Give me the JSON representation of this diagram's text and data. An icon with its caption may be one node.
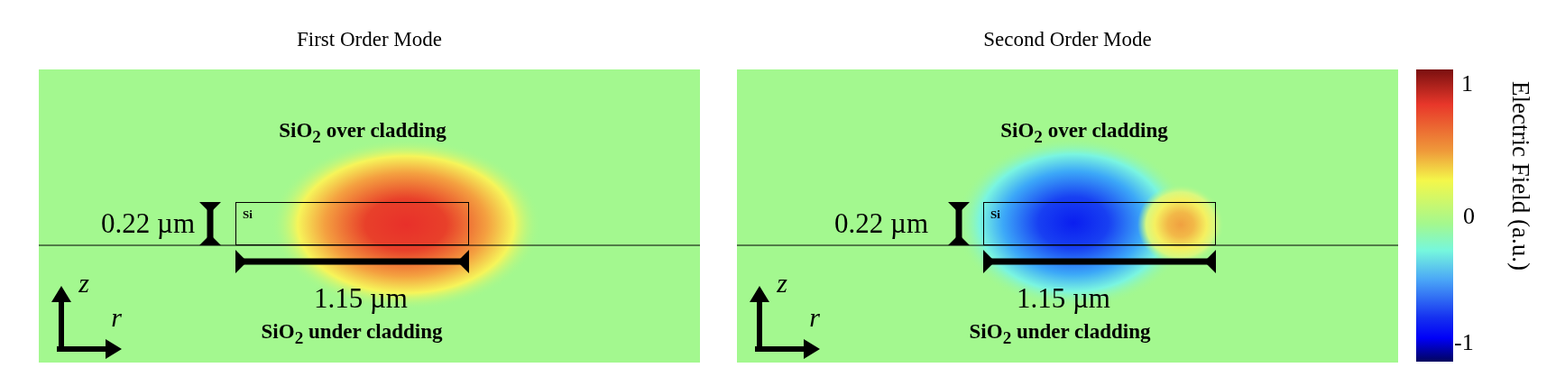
{
  "diagram": {
    "nodes": [
      {
        "text": [
          "First Order Mode"
        ]
      },
      {
        "text": [
          "Si"
        ],
        "in": 0
      },
      {
        "text": [
          "Second Order Mode"
        ]
      },
      {
        "text": [
          "Si"
        ],
        "in": 2
      }
    ],
    "edges": [],
    "labels": [
      "SiO$_{2}$ over cladding",
      "0.22 µm",
      "1.15 µm",
      "z",
      "r",
      "SiO$_{2}$ under cladding",
      "SiO$_{2}$ over cladding",
      "0.22 µm",
      "1.15 µm",
      "z",
      "r",
      "SiO$_{2}$ under cladding",
      "1",
      "0",
      "-1",
      "Electric Field (a.u.)"
    ]
  }
}
